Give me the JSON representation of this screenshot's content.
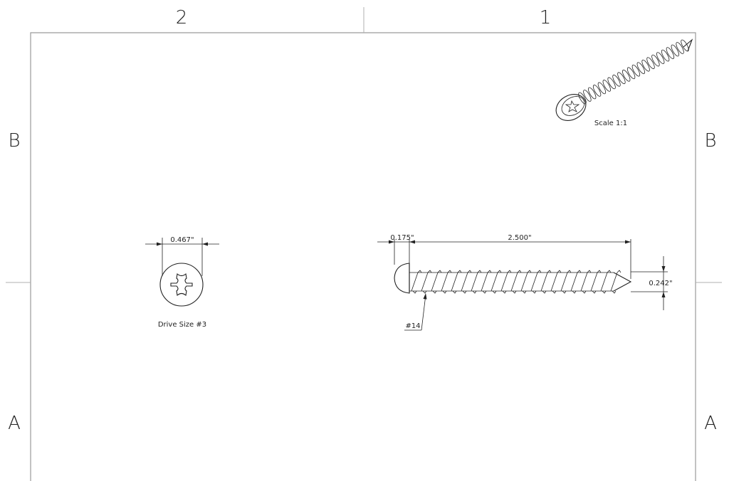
{
  "zones": {
    "top_left": "2",
    "top_right": "1",
    "left_upper": "B",
    "right_upper": "B",
    "left_lower": "A",
    "right_lower": "A"
  },
  "iso_view": {
    "label": "Scale 1:1"
  },
  "head_view": {
    "diameter_dim": "0.467\"",
    "label": "Drive Size #3"
  },
  "side_view": {
    "head_height_dim": "0.175\"",
    "length_dim": "2.500\"",
    "thread_dia_dim": "0.242\"",
    "size_callout": "#14"
  }
}
